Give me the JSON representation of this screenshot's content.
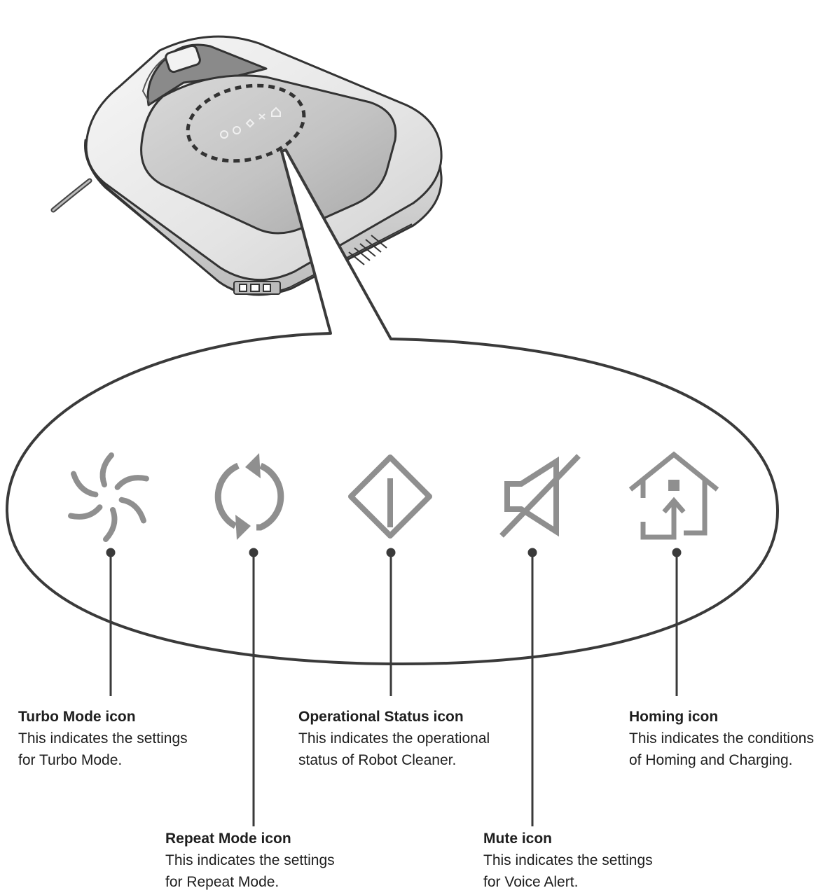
{
  "labels": {
    "turbo": {
      "title": "Turbo Mode icon",
      "line1": "This indicates the settings",
      "line2": "for Turbo Mode."
    },
    "repeat": {
      "title": "Repeat Mode icon",
      "line1": "This indicates the settings",
      "line2": "for Repeat Mode."
    },
    "status": {
      "title": "Operational Status icon",
      "line1": "This indicates the operational",
      "line2": "status of Robot Cleaner."
    },
    "mute": {
      "title": "Mute icon",
      "line1": "This indicates the settings",
      "line2": "for Voice Alert."
    },
    "homing": {
      "title": "Homing icon",
      "line1": "This indicates the conditions",
      "line2": "of Homing and Charging."
    }
  },
  "icons": [
    "turbo-mode-icon",
    "repeat-mode-icon",
    "operational-status-icon",
    "mute-icon",
    "homing-icon"
  ],
  "colors": {
    "line": "#3a3a3a",
    "icon": "#8f8f8f",
    "body_light": "#efefef",
    "body_mid": "#d6d6d6",
    "top_panel": "#c4c4c4"
  }
}
